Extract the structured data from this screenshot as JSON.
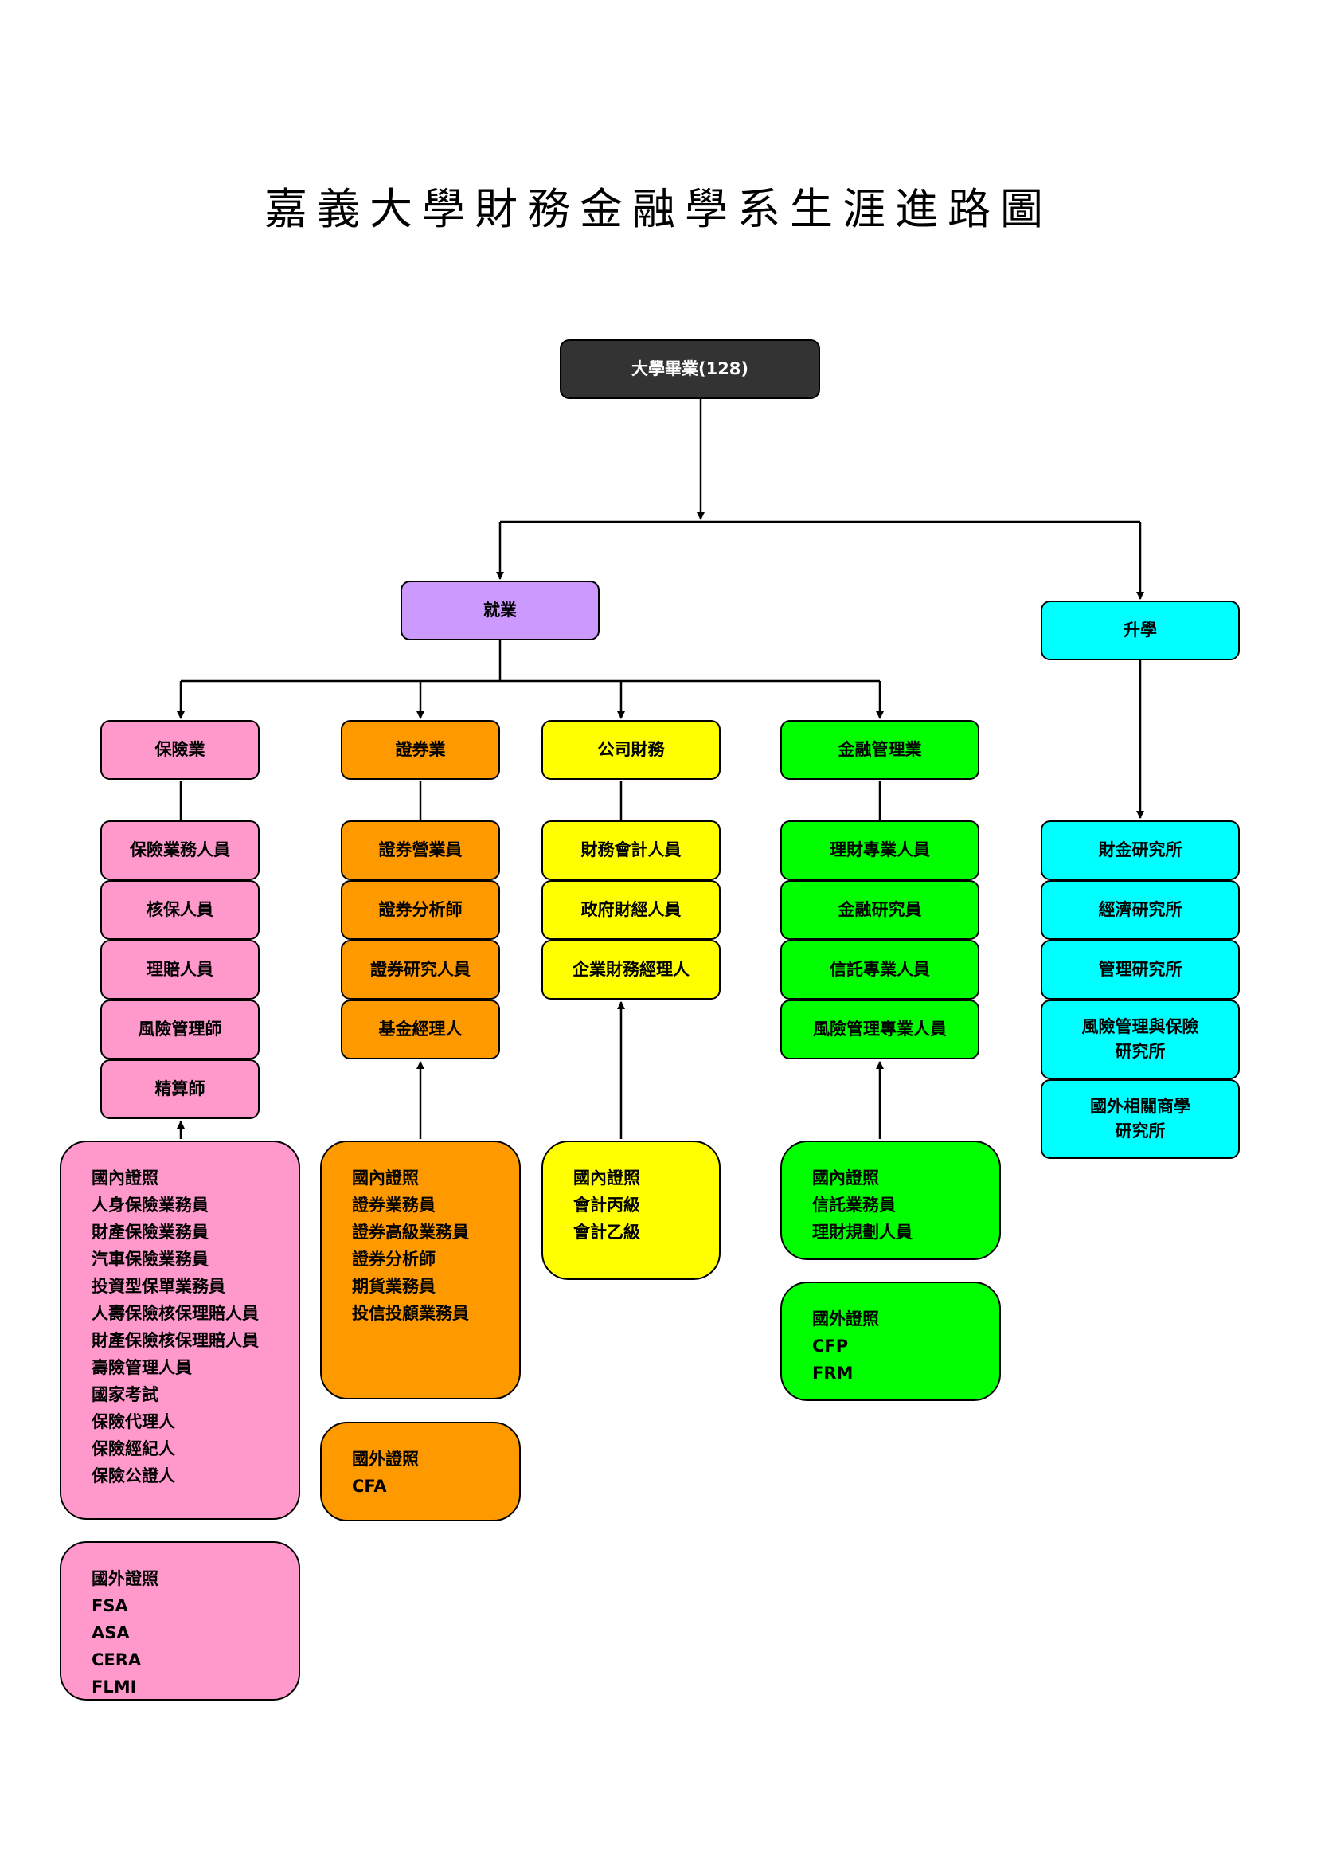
{
  "title": "嘉義大學財務金融學系生涯進路圖",
  "root": "大學畢業(128)",
  "branches": {
    "employment": "就業",
    "further_study": "升學"
  },
  "industries": {
    "insurance": {
      "label": "保險業",
      "color": "#ff99cc",
      "jobs": [
        "保險業務人員",
        "核保人員",
        "理賠人員",
        "風險管理師",
        "精算師"
      ],
      "domestic_certs": [
        "國內證照",
        "人身保險業務員",
        "財產保險業務員",
        "汽車保險業務員",
        "投資型保單業務員",
        "人壽保險核保理賠人員",
        "財產保險核保理賠人員",
        "壽險管理人員",
        "國家考試",
        "保險代理人",
        "保險經紀人",
        "保險公證人"
      ],
      "foreign_certs": [
        "國外證照",
        "FSA",
        "ASA",
        "CERA",
        "FLMI"
      ]
    },
    "securities": {
      "label": "證券業",
      "color": "#ff9900",
      "jobs": [
        "證券營業員",
        "證券分析師",
        "證券研究人員",
        "基金經理人"
      ],
      "domestic_certs": [
        "國內證照",
        "證券業務員",
        "證券高級業務員",
        "證券分析師",
        "期貨業務員",
        "投信投顧業務員"
      ],
      "foreign_certs": [
        "國外證照",
        "CFA"
      ]
    },
    "corporate_finance": {
      "label": "公司財務",
      "color": "#ffff00",
      "jobs": [
        "財務會計人員",
        "政府財經人員",
        "企業財務經理人"
      ],
      "domestic_certs": [
        "國內證照",
        "會計丙級",
        "會計乙級"
      ]
    },
    "financial_management": {
      "label": "金融管理業",
      "color": "#00ff00",
      "jobs": [
        "理財專業人員",
        "金融研究員",
        "信託專業人員",
        "風險管理專業人員"
      ],
      "domestic_certs": [
        "國內證照",
        "信託業務員",
        "理財規劃人員"
      ],
      "foreign_certs": [
        "國外證照",
        "CFP",
        "FRM"
      ]
    }
  },
  "graduate": {
    "color": "#00ffff",
    "institutes": [
      "財金研究所",
      "經濟研究所",
      "管理研究所",
      "風險管理與保險\n研究所",
      "國外相關商學\n研究所"
    ]
  }
}
